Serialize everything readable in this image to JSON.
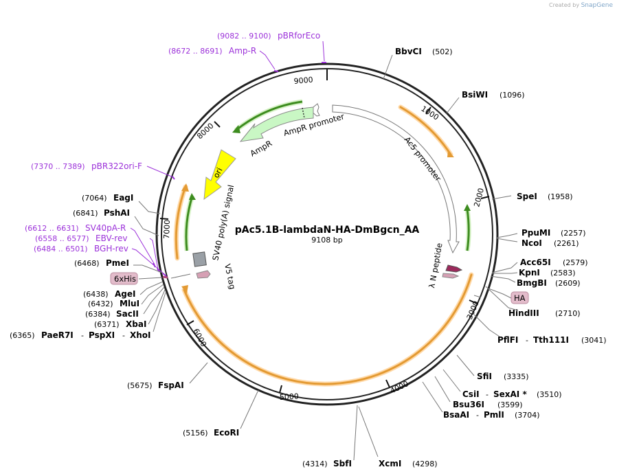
{
  "credit": {
    "prefix": "Created by",
    "brand": "SnapGene"
  },
  "plasmid": {
    "name": "pAc5.1B-lambdaN-HA-DmBgcn_AA",
    "size_label": "9108 bp",
    "length": 9108
  },
  "ticks": [
    "1000",
    "2000",
    "3000",
    "4000",
    "5000",
    "6000",
    "7000",
    "8000",
    "9000"
  ],
  "colors": {
    "primer": "#9b30d9",
    "orange_feature": "#e39a33",
    "green_feature": "#6bb33b",
    "ampR_fill": "#c9f7c4",
    "ori_fill": "#ffff00"
  },
  "enzymes_right": [
    {
      "name": "BbvCI",
      "pos": "(502)"
    },
    {
      "name": "BsiWI",
      "pos": "(1096)"
    },
    {
      "name": "SpeI",
      "pos": "(1958)"
    },
    {
      "name": "PpuMI",
      "pos": "(2257)"
    },
    {
      "name": "NcoI",
      "pos": "(2261)"
    },
    {
      "name": "Acc65I",
      "pos": "(2579)"
    },
    {
      "name": "KpnI",
      "pos": "(2583)"
    },
    {
      "name": "BmgBI",
      "pos": "(2609)"
    },
    {
      "name": "HindIII",
      "pos": "(2710)"
    },
    {
      "name": "PflFI",
      "sep": "-",
      "name2": "Tth111I",
      "pos": "(3041)"
    },
    {
      "name": "SfiI",
      "pos": "(3335)"
    },
    {
      "name": "CsiI",
      "sep": "-",
      "name2": "SexAI *",
      "pos": "(3510)"
    },
    {
      "name": "Bsu36I",
      "pos": "(3599)"
    },
    {
      "name": "BsaAI",
      "sep": "-",
      "name2": "PmlI",
      "pos": "(3704)"
    }
  ],
  "enzymes_bottom": [
    {
      "name": "SbfI",
      "pos": "(4314)"
    },
    {
      "name": "XcmI",
      "pos": "(4298)"
    },
    {
      "name": "EcoRI",
      "pos": "(5156)"
    },
    {
      "name": "FspAI",
      "pos": "(5675)"
    }
  ],
  "enzymes_left": [
    {
      "name": "EagI",
      "pos": "(7064)"
    },
    {
      "name": "PshAI",
      "pos": "(6841)"
    },
    {
      "name": "PmeI",
      "pos": "(6468)"
    },
    {
      "name": "AgeI",
      "pos": "(6438)"
    },
    {
      "name": "MluI",
      "pos": "(6432)"
    },
    {
      "name": "SacII",
      "pos": "(6384)"
    },
    {
      "name": "XbaI",
      "pos": "(6371)"
    },
    {
      "name": "PaeR7I",
      "sep": "-",
      "name2": "PspXI",
      "sep2": "-",
      "name3": "XhoI",
      "pos": "(6365)"
    }
  ],
  "primers": [
    {
      "name": "pBRforEco",
      "pos": "(9082 .. 9100)"
    },
    {
      "name": "Amp-R",
      "pos": "(8672 .. 8691)"
    },
    {
      "name": "pBR322ori-F",
      "pos": "(7370 .. 7389)"
    },
    {
      "name": "SV40pA-R",
      "pos": "(6612 .. 6631)"
    },
    {
      "name": "EBV-rev",
      "pos": "(6558 .. 6577)"
    },
    {
      "name": "BGH-rev",
      "pos": "(6484 .. 6501)"
    }
  ],
  "tags": {
    "his": "6xHis",
    "ha": "HA"
  },
  "features": {
    "ampR": "AmpR",
    "ampR_promoter": "AmpR promoter",
    "ori": "ori",
    "ac5": "Ac5 promoter",
    "lambdaN": "λ N peptide",
    "sv40": "SV40 poly(A) signal",
    "v5": "V5 tag"
  }
}
